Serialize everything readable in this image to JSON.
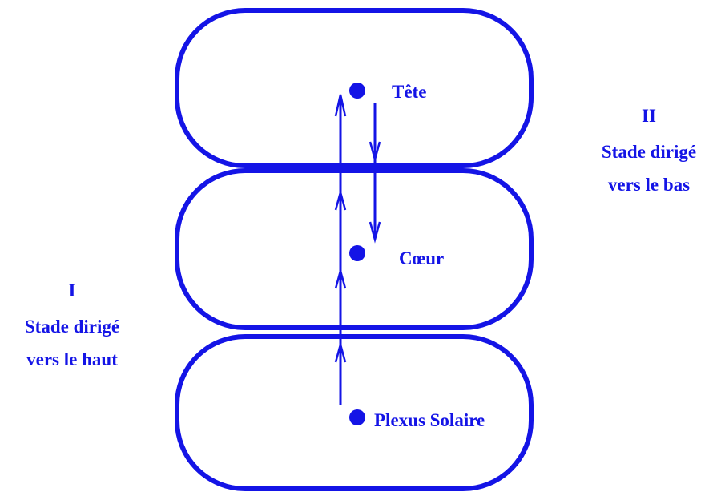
{
  "colors": {
    "stroke": "#1414e6",
    "text": "#1414e6",
    "background": "#ffffff"
  },
  "nodes": {
    "head": {
      "label": "Tête"
    },
    "heart": {
      "label": "Cœur"
    },
    "plexus": {
      "label": "Plexus Solaire"
    }
  },
  "stages": {
    "upward": {
      "numeral": "I",
      "line1": "Stade dirigé",
      "line2": "vers le haut"
    },
    "downward": {
      "numeral": "II",
      "line1": "Stade dirigé",
      "line2": "vers le bas"
    }
  }
}
